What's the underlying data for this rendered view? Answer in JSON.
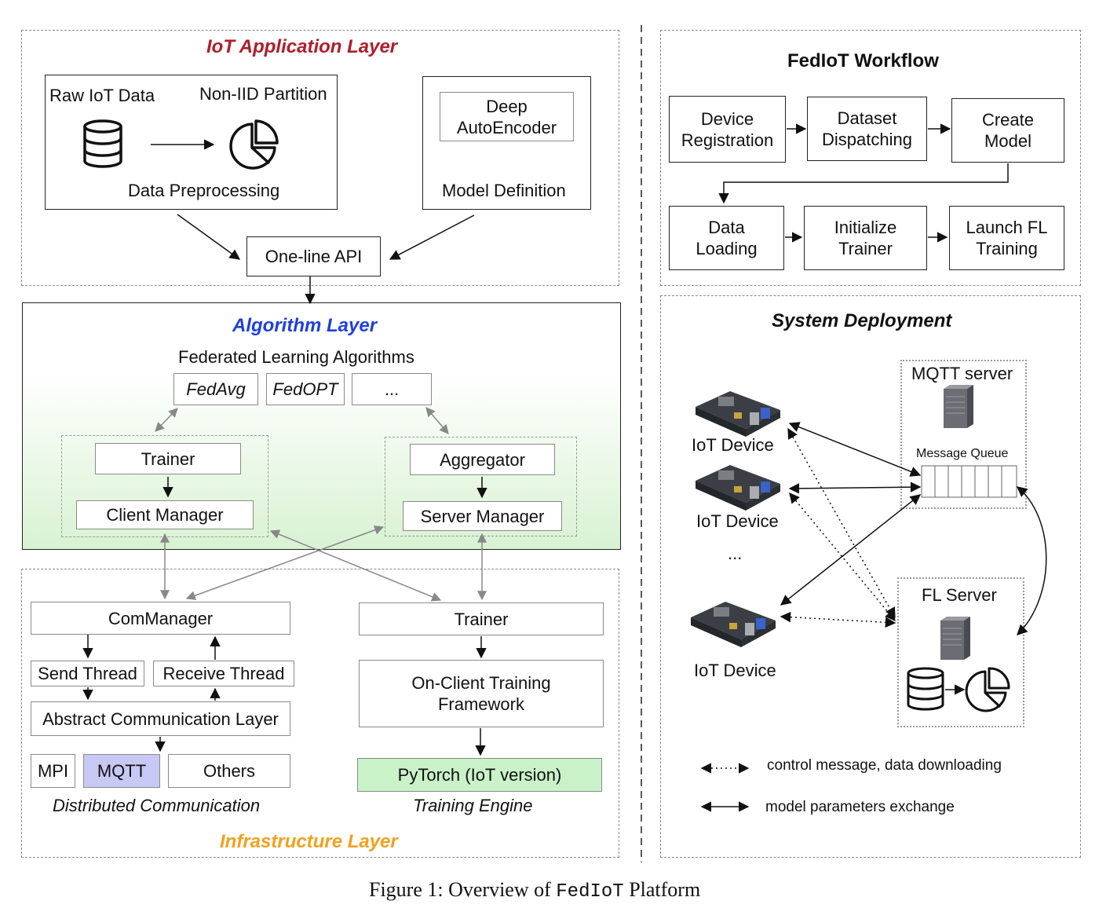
{
  "iot_app_layer": {
    "title": "IoT Application Layer",
    "raw_iot_data": "Raw IoT Data",
    "non_iid_partition": "Non-IID Partition",
    "data_preprocessing": "Data Preprocessing",
    "deep_autoencoder_l1": "Deep",
    "deep_autoencoder_l2": "AutoEncoder",
    "model_definition": "Model Definition",
    "one_line_api": "One-line API"
  },
  "algorithm_layer": {
    "title": "Algorithm Layer",
    "fl_algorithms": "Federated Learning Algorithms",
    "fedavg": "FedAvg",
    "fedopt": "FedOPT",
    "more": "...",
    "trainer": "Trainer",
    "client_manager": "Client Manager",
    "aggregator": "Aggregator",
    "server_manager": "Server Manager"
  },
  "infrastructure_layer": {
    "title": "Infrastructure Layer",
    "commanager": "ComManager",
    "send_thread": "Send Thread",
    "receive_thread": "Receive Thread",
    "abstract_comm_layer": "Abstract Communication Layer",
    "mpi": "MPI",
    "mqtt": "MQTT",
    "others": "Others",
    "distributed_comm": "Distributed Communication",
    "trainer": "Trainer",
    "on_client_l1": "On-Client Training",
    "on_client_l2": "Framework",
    "pytorch": "PyTorch (IoT version)",
    "training_engine": "Training Engine"
  },
  "workflow": {
    "title": "FedIoT Workflow",
    "steps": [
      {
        "l1": "Device",
        "l2": "Registration"
      },
      {
        "l1": "Dataset",
        "l2": "Dispatching"
      },
      {
        "l1": "Create",
        "l2": "Model"
      },
      {
        "l1": "Data",
        "l2": "Loading"
      },
      {
        "l1": "Initialize",
        "l2": "Trainer"
      },
      {
        "l1": "Launch FL",
        "l2": "Training"
      }
    ]
  },
  "deployment": {
    "title": "System Deployment",
    "iot_device_1": "IoT Device",
    "iot_device_2": "IoT Device",
    "ellipsis": "...",
    "iot_device_3": "IoT Device",
    "mqtt_server": "MQTT server",
    "message_queue": "Message Queue",
    "fl_server": "FL Server",
    "legend_control": "control message, data downloading",
    "legend_model": "model parameters exchange"
  },
  "caption": {
    "prefix": "Figure 1: Overview of ",
    "name": "FedIoT",
    "suffix": " Platform"
  },
  "colors": {
    "iot_title": "#b01d2b",
    "algo_title": "#1f3fe0",
    "infra_title": "#f2a21e",
    "mqtt_fill": "#c8c8f4",
    "pytorch_fill": "#c9f2c9",
    "algo_gradient_top": "#ffffff",
    "algo_gradient_bottom": "#d8f2d2"
  }
}
